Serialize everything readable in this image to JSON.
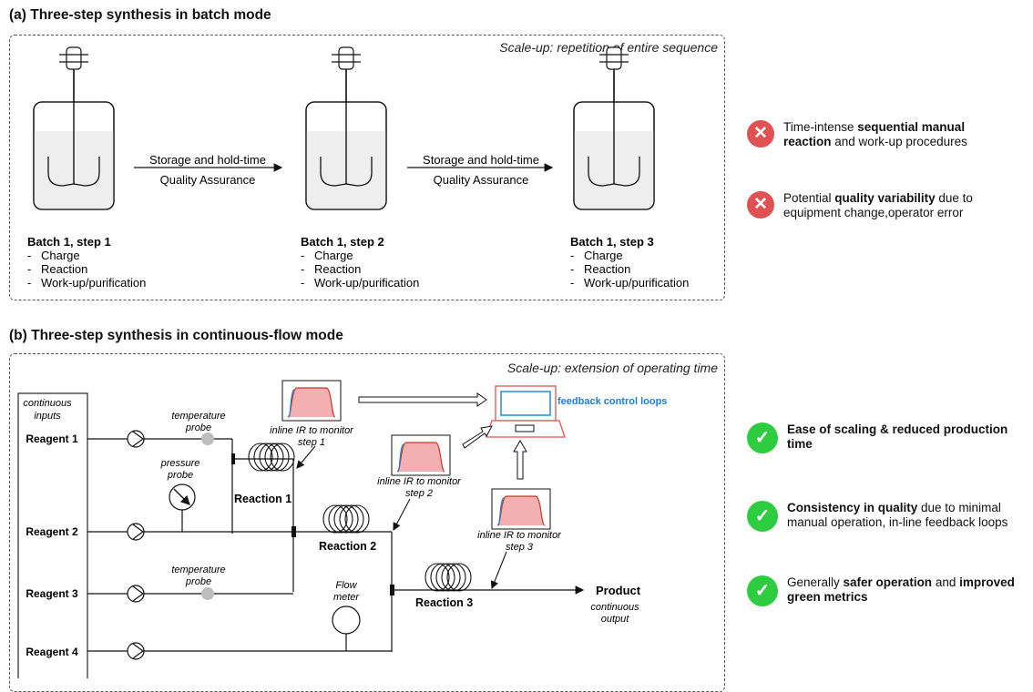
{
  "panel_a": {
    "title": "(a) Three-step synthesis in batch mode",
    "scale_note": "Scale-up: repetition of entire sequence",
    "batches": [
      {
        "label": "Batch 1, step 1",
        "items": [
          "Charge",
          "Reaction",
          "Work-up/purification"
        ]
      },
      {
        "label": "Batch 1, step 2",
        "items": [
          "Charge",
          "Reaction",
          "Work-up/purification"
        ]
      },
      {
        "label": "Batch 1, step 3",
        "items": [
          "Charge",
          "Reaction",
          "Work-up/purification"
        ]
      }
    ],
    "transfer_top": "Storage and hold-time",
    "transfer_bottom": "Quality Assurance",
    "cons": [
      {
        "pre": "Time-intense ",
        "bold": "sequential manual reaction",
        "post": " and work-up procedures"
      },
      {
        "pre": "Potential ",
        "bold": "quality variability",
        "post": " due to equipment change,operator error"
      }
    ]
  },
  "panel_b": {
    "title": "(b) Three-step synthesis in continuous-flow mode",
    "scale_note": "Scale-up: extension of operating time",
    "inputs_label": "continuous inputs",
    "reagents": [
      "Reagent 1",
      "Reagent 2",
      "Reagent 3",
      "Reagent 4"
    ],
    "temp_probe": "temperature probe",
    "pressure_probe": "pressure probe",
    "flow_meter": "Flow meter",
    "reactions": [
      "Reaction 1",
      "Reaction 2",
      "Reaction 3"
    ],
    "ir": [
      "inline IR to monitor step 1",
      "inline IR to monitor step 2",
      "inline IR to monitor step 3"
    ],
    "feedback": "feedback control loops",
    "product": "Product",
    "product_sub": "continuous output",
    "pros": [
      {
        "pre": "",
        "bold": "Ease of scaling & reduced production time",
        "post": "",
        "bold2": "",
        "post2": ""
      },
      {
        "pre": "",
        "bold": "Consistency in quality",
        "post": " due to minimal manual operation, in-line feedback loops",
        "bold2": "",
        "post2": ""
      },
      {
        "pre": "Generally ",
        "bold": "safer operation",
        "post": " and ",
        "bold2": "improved green metrics",
        "post2": ""
      }
    ]
  },
  "colors": {
    "accent_blue": "#1a7fd6",
    "cross_red": "#e05252",
    "check_green": "#2ecc40",
    "ir_fill": "#f4b0b0"
  },
  "icons": {
    "cross": "close-icon",
    "check": "checkmark-icon"
  }
}
